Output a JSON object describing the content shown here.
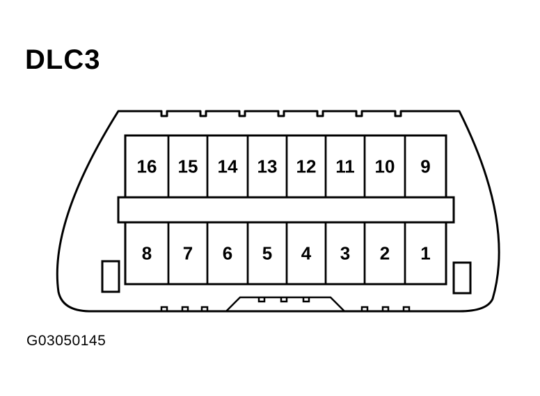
{
  "title": "DLC3",
  "figure_code": "G03050145",
  "connector": {
    "top_row_pins": [
      "16",
      "15",
      "14",
      "13",
      "12",
      "11",
      "10",
      "9"
    ],
    "bottom_row_pins": [
      "8",
      "7",
      "6",
      "5",
      "4",
      "3",
      "2",
      "1"
    ]
  }
}
